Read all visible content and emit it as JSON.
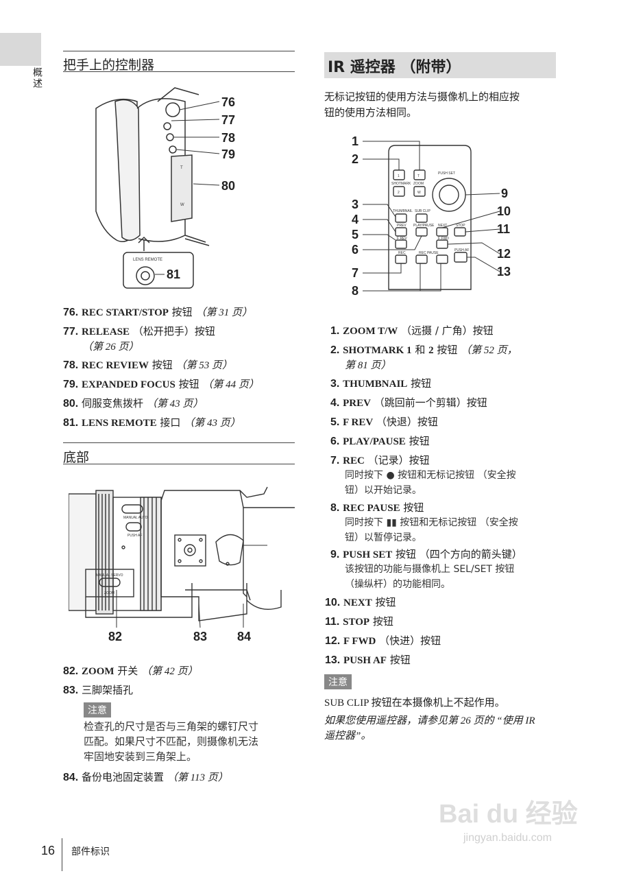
{
  "side_tab": "概述",
  "left": {
    "section1_title": "把手上的控制器",
    "fig1_callouts": [
      "76",
      "77",
      "78",
      "79",
      "80",
      "81"
    ],
    "fig1_small": {
      "lens_remote": "LENS\nREMOTE",
      "tele": "T",
      "wide": "W"
    },
    "items1": [
      {
        "num": "76.",
        "label": "REC START/STOP",
        "cn": " 按钮 ",
        "ref": "（第 31 页）"
      },
      {
        "num": "77.",
        "label": "RELEASE",
        "cn": " （松开把手）按钮",
        "ref": ""
      },
      {
        "num": "",
        "label": "",
        "cn": "",
        "ref": "（第 26 页）"
      },
      {
        "num": "78.",
        "label": "REC REVIEW",
        "cn": " 按钮 ",
        "ref": "（第 53 页）"
      },
      {
        "num": "79.",
        "label": "EXPANDED FOCUS",
        "cn": " 按钮 ",
        "ref": "（第 44 页）"
      },
      {
        "num": "80.",
        "label": "",
        "cn": "伺服变焦拨杆 ",
        "ref": "（第 43 页）"
      },
      {
        "num": "81.",
        "label": "LENS REMOTE",
        "cn": " 接口 ",
        "ref": "（第 43 页）"
      }
    ],
    "section2_title": "底部",
    "fig2_callouts": [
      "82",
      "83",
      "84"
    ],
    "fig2_small": {
      "manual_auto": "MANUAL  AUTO",
      "push_af": "PUSH AF",
      "zoom": "ZOOM",
      "manual_servo": "MANUAL  SERVO"
    },
    "items2": [
      {
        "num": "82.",
        "label": "ZOOM",
        "cn": " 开关 ",
        "ref": "（第 42 页）"
      },
      {
        "num": "83.",
        "label": "",
        "cn": "三脚架插孔",
        "ref": ""
      }
    ],
    "note_badge": "注意",
    "note_text": [
      "检查孔的尺寸是否与三角架的螺钉尺寸",
      "匹配。如果尺寸不匹配，则摄像机无法",
      "牢固地安装到三角架上。"
    ],
    "item84": {
      "num": "84.",
      "label": "",
      "cn": "备份电池固定装置 ",
      "ref": "（第 113 页）"
    }
  },
  "right": {
    "title": "IR 遥控器 （附带）",
    "intro": [
      "无标记按钮的使用方法与摄像机上的相应按",
      "钮的使用方法相同。"
    ],
    "fig_callouts": [
      "1",
      "2",
      "3",
      "4",
      "5",
      "6",
      "7",
      "8",
      "9",
      "10",
      "11",
      "12",
      "13"
    ],
    "remote_labels": {
      "t": "T",
      "w": "W",
      "one": "1",
      "two": "2",
      "shotmark": "SHOTMARK",
      "zoom": "ZOOM",
      "push_set": "PUSH SET",
      "thumbnail": "THUMBNAIL",
      "sub_clip": "SUB CLIP",
      "prev": "PREV",
      "next": "NEXT",
      "stop": "STOP",
      "frev": "F REV",
      "play_pause": "PLAY/PAUSE",
      "ffwd": "F FWD",
      "rec": "REC",
      "rec_pause": "REC PAUSE",
      "push_af": "PUSH AF"
    },
    "items": [
      {
        "num": "1.",
        "label": "ZOOM T/W",
        "cn": " （远摄 / 广角）按钮",
        "ref": ""
      },
      {
        "num": "2.",
        "label": "SHOTMARK 1",
        "cn": " 和 ",
        "label2": "2",
        "cn2": " 按钮 ",
        "ref": "（第 52 页，"
      },
      {
        "num": "",
        "label": "",
        "cn": "",
        "ref": "第 81 页）"
      },
      {
        "num": "3.",
        "label": "THUMBNAIL",
        "cn": " 按钮",
        "ref": ""
      },
      {
        "num": "4.",
        "label": "PREV",
        "cn": " （跳回前一个剪辑）按钮",
        "ref": ""
      },
      {
        "num": "5.",
        "label": "F REV",
        "cn": " （快退）按钮",
        "ref": ""
      },
      {
        "num": "6.",
        "label": "PLAY/PAUSE",
        "cn": " 按钮",
        "ref": ""
      },
      {
        "num": "7.",
        "label": "REC",
        "cn": " （记录）按钮",
        "ref": ""
      }
    ],
    "item7_sub": [
      "同时按下 ● 按钮和无标记按钮 （安全按",
      "钮）以开始记录。"
    ],
    "item8": {
      "num": "8.",
      "label": "REC PAUSE",
      "cn": " 按钮",
      "ref": ""
    },
    "item8_sub": [
      "同时按下 ▮▮ 按钮和无标记按钮 （安全按",
      "钮）以暂停记录。"
    ],
    "item9": {
      "num": "9.",
      "label": "PUSH SET",
      "cn": " 按钮 （四个方向的箭头键）",
      "ref": ""
    },
    "item9_sub": [
      "该按钮的功能与摄像机上 SEL/SET 按钮",
      "（操纵杆）的功能相同。"
    ],
    "items_tail": [
      {
        "num": "10.",
        "label": "NEXT",
        "cn": " 按钮",
        "ref": ""
      },
      {
        "num": "11.",
        "label": "STOP",
        "cn": " 按钮",
        "ref": ""
      },
      {
        "num": "12.",
        "label": "F FWD",
        "cn": " （快进）按钮",
        "ref": ""
      },
      {
        "num": "13.",
        "label": "PUSH AF",
        "cn": " 按钮",
        "ref": ""
      }
    ],
    "note_badge": "注意",
    "note_line": "SUB CLIP 按钮在本摄像机上不起作用。",
    "note_italic": [
      "如果您使用遥控器，请参见第 26 页的 “使用 IR",
      "遥控器”。"
    ]
  },
  "footer": {
    "page": "16",
    "text": "部件标识"
  },
  "watermark": {
    "logo": "Bai du 经验",
    "url": "jingyan.baidu.com"
  }
}
